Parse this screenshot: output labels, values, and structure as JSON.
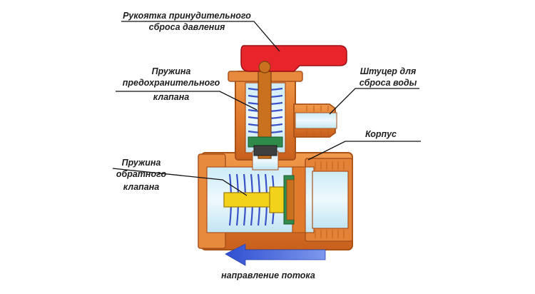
{
  "labels": {
    "handle": [
      "Рукоятка принудительного",
      "сброса давления"
    ],
    "safety_spring": [
      "Пружина",
      "предохранительного",
      "клапана"
    ],
    "drain_fitting": [
      "Штуцер для",
      "сброса воды"
    ],
    "body": [
      "Корпус"
    ],
    "check_spring": [
      "Пружина",
      "обратного",
      "клапана"
    ],
    "flow": [
      "направление потока"
    ]
  },
  "colors": {
    "handle": "#e8252b",
    "body": "#e07b2e",
    "body_dark": "#b8551a",
    "interior": "#dff2fb",
    "spring": "#3a52c8",
    "stem": "#c9711f",
    "seal": "#2f8a4c",
    "yellow_part": "#f3d21c",
    "arrow": "#4a68d8",
    "leader": "#111111"
  }
}
